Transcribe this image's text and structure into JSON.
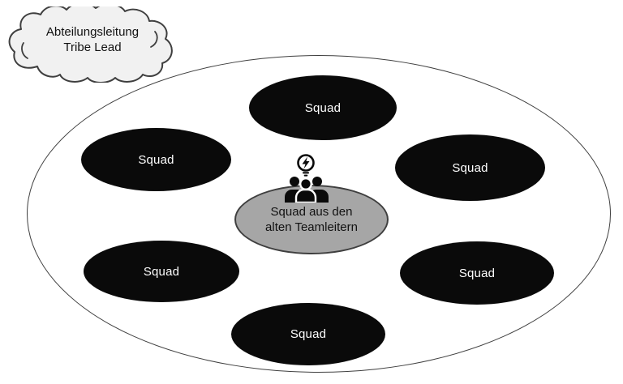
{
  "diagram": {
    "cloud": {
      "line1": "Abteilungsleitung",
      "line2": "Tribe Lead"
    },
    "tribe": {
      "center_squad": {
        "line1": "Squad aus den",
        "line2": "alten Teamleitern"
      },
      "squads": [
        {
          "label": "Squad"
        },
        {
          "label": "Squad"
        },
        {
          "label": "Squad"
        },
        {
          "label": "Squad"
        },
        {
          "label": "Squad"
        },
        {
          "label": "Squad"
        }
      ]
    },
    "icons": {
      "team_idea": "team-with-lightbulb-icon"
    },
    "colors": {
      "squad_fill": "#0a0a0a",
      "squad_text": "#ffffff",
      "center_fill": "#a6a6a6",
      "outline": "#3f3f3f",
      "cloud_fill": "#f1f1f1",
      "background": "#ffffff"
    }
  }
}
